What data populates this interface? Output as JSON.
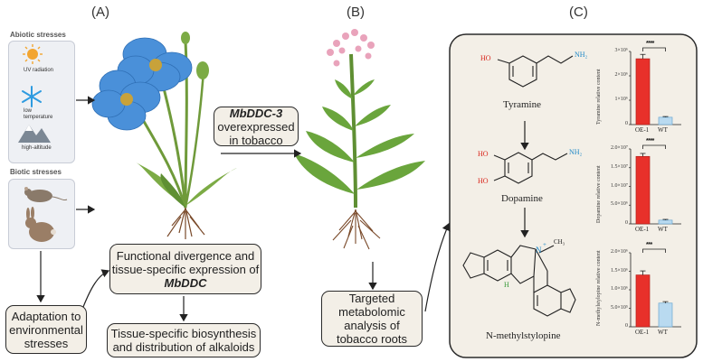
{
  "panels": {
    "a": "(A)",
    "b": "(B)",
    "c": "(C)"
  },
  "abiotic": {
    "title": "Abiotic stresses",
    "items": [
      "UV radiation",
      "low temperature",
      "high-altitude"
    ],
    "icons": [
      "sun-icon",
      "snowflake-icon",
      "mountain-icon"
    ]
  },
  "biotic": {
    "title": "Biotic stresses",
    "icons": [
      "mouse-icon",
      "rabbit-icon"
    ]
  },
  "boxes": {
    "overexpressed_gene": "MbDDC-3",
    "overexpressed_rest": "overexpressed in tobacco",
    "functional_main": "Functional divergence and tissue-specific expression of",
    "functional_gene": "MbDDC",
    "adaptation": "Adaptation to environmental stresses",
    "biosynthesis": "Tissue-specific biosynthesis and distribution of alkaloids",
    "targeted": "Targeted metabolomic analysis of tobacco roots"
  },
  "compounds": {
    "tyramine": "Tyramine",
    "dopamine": "Dopamine",
    "nmethyl": "N-methylstylopine",
    "ho": "HO",
    "nh2": "NH₂",
    "n": "N",
    "plus": "+",
    "ch3": "CH₃",
    "h": "H"
  },
  "colors": {
    "ovx": "#e8302a",
    "wt": "#b9daf0",
    "hydroxyl": "#d9261c",
    "amine": "#1e88c7",
    "box_fill": "#f3efe7"
  },
  "chart_data": [
    {
      "type": "bar",
      "ylabel": "Tyramine relative content",
      "categories": [
        "OE-1",
        "WT"
      ],
      "values": [
        2700000.0,
        300000.0
      ],
      "errors": [
        180000.0,
        30000.0
      ],
      "ylim": [
        0,
        3000000.0
      ],
      "ticks": [
        "0",
        "1×10⁶",
        "2×10⁶",
        "3×10⁶"
      ],
      "significance": "****"
    },
    {
      "type": "bar",
      "ylabel": "Dopamine relative content",
      "categories": [
        "OE-1",
        "WT"
      ],
      "values": [
        18000000.0,
        1000000.0
      ],
      "errors": [
        800000.0,
        200000.0
      ],
      "ylim": [
        0,
        20000000.0
      ],
      "ticks": [
        "0",
        "5.0×10⁶",
        "1.0×10⁷",
        "1.5×10⁷",
        "2.0×10⁷"
      ],
      "significance": "****"
    },
    {
      "type": "bar",
      "ylabel": "N-methylstylopine relative content",
      "categories": [
        "OE-1",
        "WT"
      ],
      "values": [
        1400000.0,
        640000.0
      ],
      "errors": [
        110000.0,
        40000.0
      ],
      "ylim": [
        0,
        2000000.0
      ],
      "ticks": [
        "0",
        "5.0×10⁵",
        "1.0×10⁶",
        "1.5×10⁶",
        "2.0×10⁶"
      ],
      "significance": "***"
    }
  ]
}
